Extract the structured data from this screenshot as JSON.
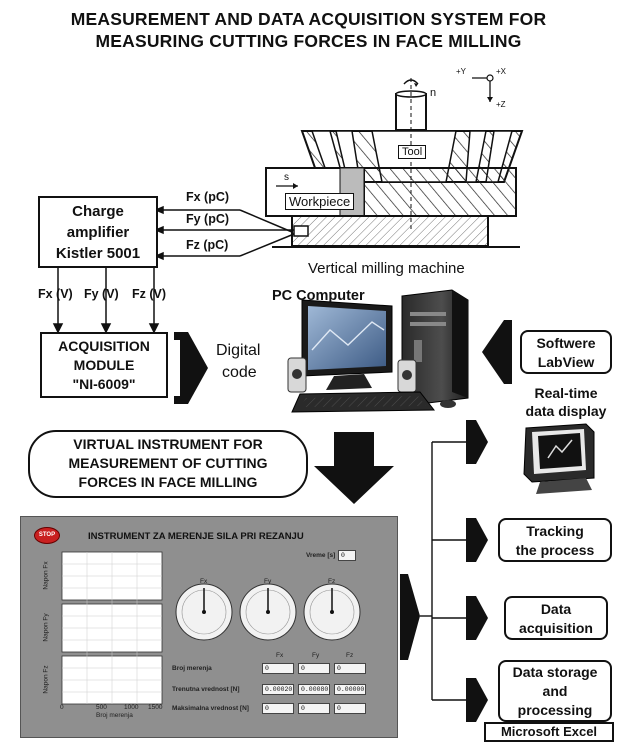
{
  "title": {
    "line1": "MEASUREMENT AND DATA ACQUISITION SYSTEM FOR",
    "line2": "MEASURING CUTTING FORCES IN FACE MILLING"
  },
  "machine": {
    "spindle_label": "n",
    "axis_y": "+Y",
    "axis_x": "+X",
    "axis_z": "+Z",
    "tool_label": "Tool",
    "feed_label": "s",
    "workpiece_label": "Workpiece",
    "caption": "Vertical milling machine"
  },
  "amplifier": {
    "line1": "Charge",
    "line2": "amplifier",
    "line3": "Kistler 5001"
  },
  "charge_signals": [
    "Fx (pC)",
    "Fy (pC)",
    "Fz (pC)"
  ],
  "voltage_signals": [
    "Fx (V)",
    "Fy (V)",
    "Fz (V)"
  ],
  "acquisition": {
    "line1": "ACQUISITION",
    "line2": "MODULE",
    "line3": "\"NI-6009\""
  },
  "digital_code": {
    "line1": "Digital",
    "line2": "code"
  },
  "pc_label": "PC Computer",
  "software": {
    "line1": "Softwere",
    "line2": "LabView"
  },
  "realtime": {
    "line1": "Real-time",
    "line2": "data display"
  },
  "virtual_instrument": {
    "line1": "VIRTUAL INSTRUMENT FOR",
    "line2": "MEASUREMENT OF CUTTING",
    "line3": "FORCES IN FACE MILLING"
  },
  "outputs": {
    "tracking": {
      "line1": "Tracking",
      "line2": "the process"
    },
    "acquisition": {
      "line1": "Data",
      "line2": "acquisition"
    },
    "storage": {
      "line1": "Data storage",
      "line2": "and",
      "line3": "processing"
    },
    "excel": "Microsoft Excel"
  },
  "vi_panel": {
    "stop": "STOP",
    "title": "INSTRUMENT ZA MERENJE SILA  PRI REZANJU",
    "time_label": "Vreme [s]",
    "time_value": "0",
    "gauge_labels": [
      "Fx",
      "Fy",
      "Fz"
    ],
    "col_labels": [
      "Fx",
      "Fy",
      "Fz"
    ],
    "row_labels": [
      "Broj merenja",
      "Trenutna vrednost  [N]",
      "Maksimalna vrednost  [N]"
    ],
    "row1": [
      "0",
      "0",
      "0"
    ],
    "row2": [
      "0.00020",
      "0.00080",
      "0.00000"
    ],
    "row3": [
      "0",
      "0",
      "0"
    ],
    "chart_ylabels": [
      "Napon Fx",
      "Napon Fy",
      "Napon Fz"
    ],
    "chart_xlabel": "Broj merenja",
    "chart_xticks": [
      "0",
      "500",
      "1000",
      "1500"
    ]
  },
  "colors": {
    "ink": "#111111",
    "panel_gray": "#8f8f8f",
    "chart_bg": "#ffffff",
    "stop_red": "#c92020",
    "monitor_blue": "#4a6fa5",
    "arrow_black": "#111111"
  }
}
